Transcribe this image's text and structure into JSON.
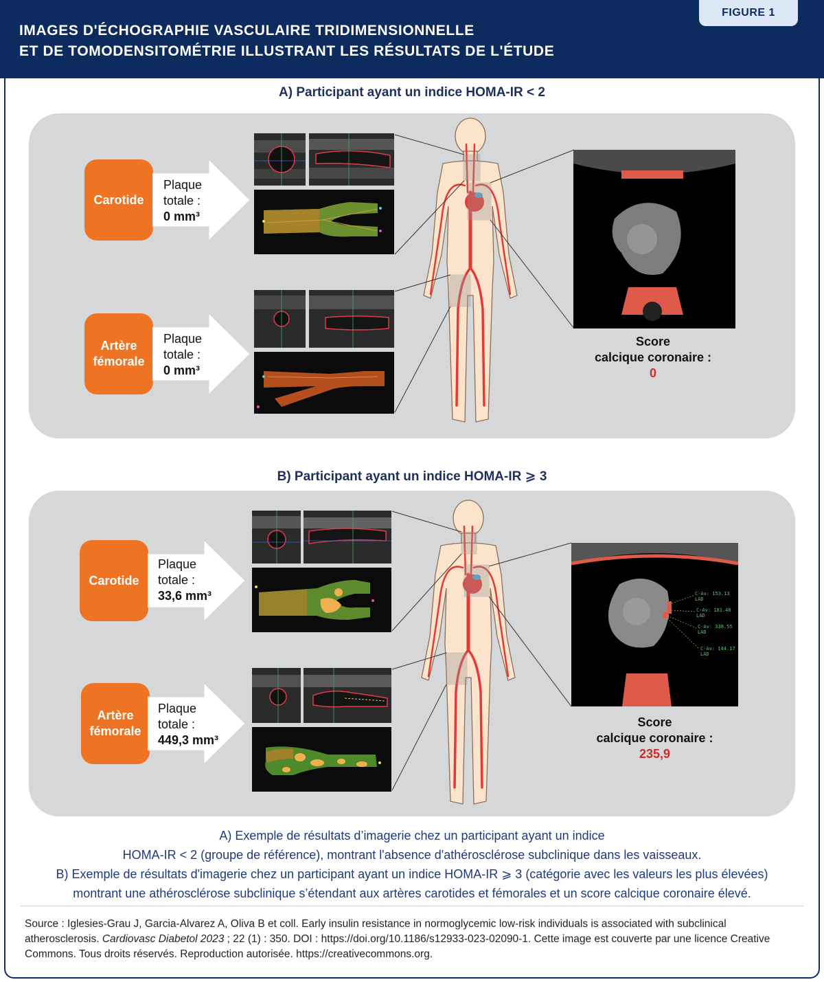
{
  "header": {
    "title_line1": "IMAGES D'ÉCHOGRAPHIE VASCULAIRE TRIDIMENSIONNELLE",
    "title_line2": "ET DE TOMODENSITOMÉTRIE ILLUSTRANT LES RÉSULTATS DE L'ÉTUDE",
    "badge": "FIGURE 1"
  },
  "panel_a": {
    "title": "A)  Participant ayant un indice HOMA-IR < 2",
    "carotid": {
      "label_line1": "Carotide",
      "plaque_l1": "Plaque",
      "plaque_l2": "totale :",
      "plaque_value": "0 mm³"
    },
    "femoral": {
      "label_line1": "Artère",
      "label_line2": "fémorale",
      "plaque_l1": "Plaque",
      "plaque_l2": "totale :",
      "plaque_value": "0 mm³"
    },
    "score": {
      "line1": "Score",
      "line2": "calcique coronaire :",
      "value": "0"
    }
  },
  "panel_b": {
    "title": "B)  Participant ayant un indice HOMA-IR ⩾ 3",
    "carotid": {
      "label_line1": "Carotide",
      "plaque_l1": "Plaque",
      "plaque_l2": "totale :",
      "plaque_value": "33,6 mm³"
    },
    "femoral": {
      "label_line1": "Artère",
      "label_line2": "fémorale",
      "plaque_l1": "Plaque",
      "plaque_l2": "totale :",
      "plaque_value": "449,3 mm³"
    },
    "score": {
      "line1": "Score",
      "line2": "calcique coronaire :",
      "value": "235,9"
    },
    "ct_annotations": [
      {
        "line1": "C-Av: 153.13",
        "line2": "LAD"
      },
      {
        "line1": "C-Av: 181.48",
        "line2": "LAD"
      },
      {
        "line1": "C-Av: 338.55",
        "line2": "LAD"
      },
      {
        "line1": "C-Av: 144.17",
        "line2": "LAD"
      }
    ]
  },
  "caption": {
    "line1": "A) Exemple de résultats d’imagerie chez un participant ayant un indice",
    "line2": "HOMA-IR < 2 (groupe de référence), montrant l'absence d'athérosclérose subclinique dans les vaisseaux.",
    "line3": "B) Exemple de résultats d'imagerie chez un participant ayant un indice HOMA-IR ⩾ 3 (catégorie avec les valeurs les plus élevées)",
    "line4": "montrant une athérosclérose subclinique s’étendant aux artères carotides et fémorales et un score calcique coronaire élevé."
  },
  "source": {
    "part1": "Source : Iglesies-Grau J, Garcia-Alvarez A, Oliva B et coll. Early insulin resistance in normoglycemic low-risk individuals is associated with subclinical atherosclerosis. ",
    "journal": "Cardiovasc Diabetol 2023",
    "part2": " ; 22 (1) : 350. DOI : https://doi.org/10.1186/s12933-023-02090-1. Cette image est couverte par une licence Creative Commons. Tous droits réservés. Reproduction autorisée. https://creativecommons.org."
  },
  "colors": {
    "navy": "#0d2b5e",
    "orange": "#ee7423",
    "panel_gray": "#d6d7d9",
    "score_red": "#d12a2a",
    "caption_blue": "#1f3a7a"
  }
}
